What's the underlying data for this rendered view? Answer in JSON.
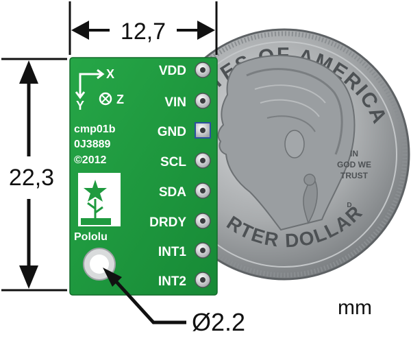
{
  "dimensions": {
    "width_label": "12,7",
    "height_label": "22,3",
    "hole_label": "Ø2.2",
    "unit_label": "mm"
  },
  "board": {
    "axis_x": "X",
    "axis_y": "Y",
    "axis_z": "Z",
    "silkscreen_lines": [
      "cmp01b",
      "0J3889",
      "©2012"
    ],
    "brand": "Pololu",
    "pins": [
      "VDD",
      "VIN",
      "GND",
      "SCL",
      "SDA",
      "DRDY",
      "INT1",
      "INT2"
    ]
  },
  "coin": {
    "rim_top": "STATES OF AMERICA",
    "rim_bottom": "RTER DOLLAR",
    "motto": [
      "IN",
      "GOD WE",
      "TRUST"
    ],
    "mint_mark": "D"
  },
  "colors": {
    "pcb": "#1f9a3f",
    "pcb_dark": "#167a30",
    "silkscreen": "#ffffff",
    "coin": "#a9acae",
    "coin_dark": "#7d8184",
    "dimension": "#111111"
  }
}
